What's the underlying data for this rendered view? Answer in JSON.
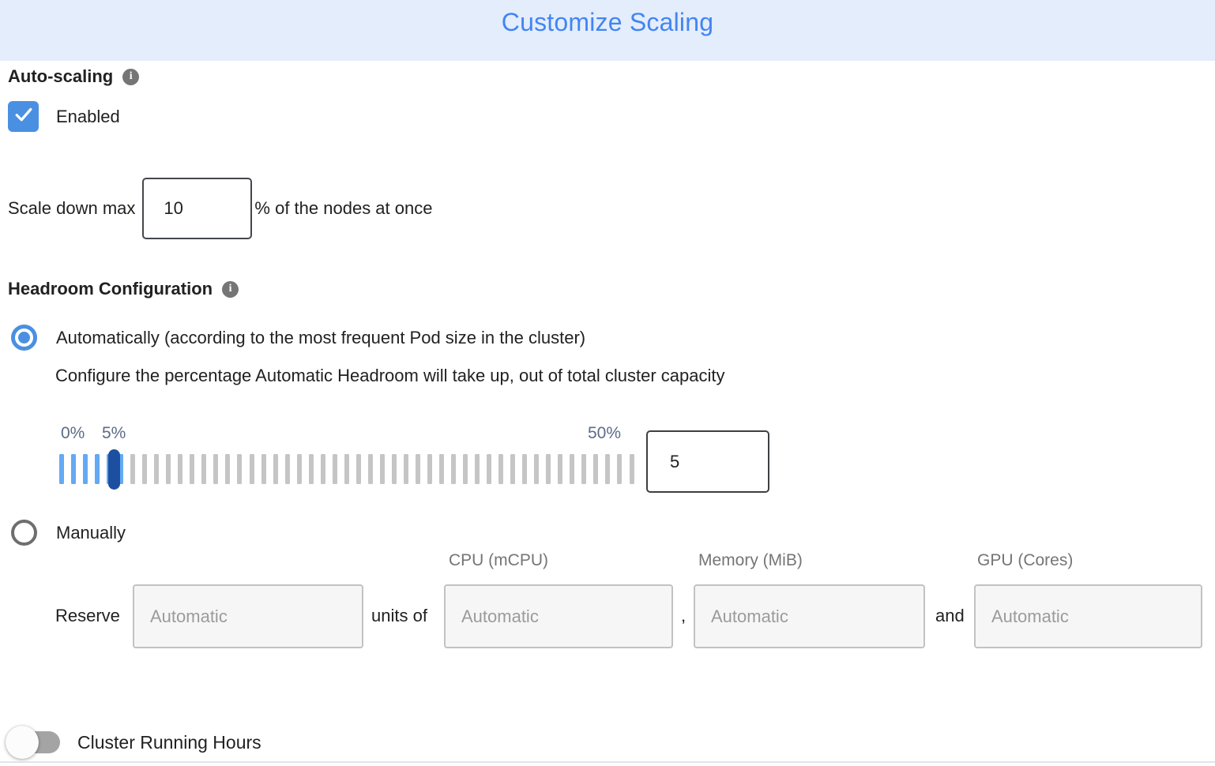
{
  "header": {
    "title": "Customize Scaling"
  },
  "icons": {
    "info_glyph": "i"
  },
  "auto_scaling": {
    "label": "Auto-scaling",
    "enabled_label": "Enabled",
    "checked": true
  },
  "scale_down": {
    "prefix": "Scale down max",
    "value": "10",
    "suffix": "% of the nodes at once"
  },
  "headroom": {
    "label": "Headroom Configuration",
    "options": {
      "automatic": {
        "label": "Automatically (according to the most frequent Pod size in the cluster)",
        "selected": true,
        "description": "Configure the percentage Automatic Headroom will take up, out of total cluster capacity"
      },
      "manual": {
        "label": "Manually",
        "selected": false
      }
    },
    "slider": {
      "min_label": "0%",
      "current_label": "5%",
      "max_label": "50%",
      "value": "5",
      "tick_count": 49,
      "active_tick_count": 6
    }
  },
  "reserve": {
    "label": "Reserve",
    "units_text": "units of",
    "comma_text": ",",
    "and_text": "and",
    "placeholder": "Automatic",
    "columns": [
      "CPU (mCPU)",
      "Memory (MiB)",
      "GPU (Cores)"
    ]
  },
  "cluster_running_hours": {
    "label": "Cluster Running Hours",
    "enabled": false
  },
  "colors": {
    "header_bg": "#e4edfb",
    "title_blue": "#4285f4",
    "accent_blue": "#4a90e2",
    "tick_blue": "#64a9f3",
    "tick_gray": "#c5c5c5",
    "handle_blue": "#1d4fa0",
    "text_dark": "#212121",
    "muted_gray": "#757575",
    "slider_label_gray_blue": "#5c6b87"
  }
}
